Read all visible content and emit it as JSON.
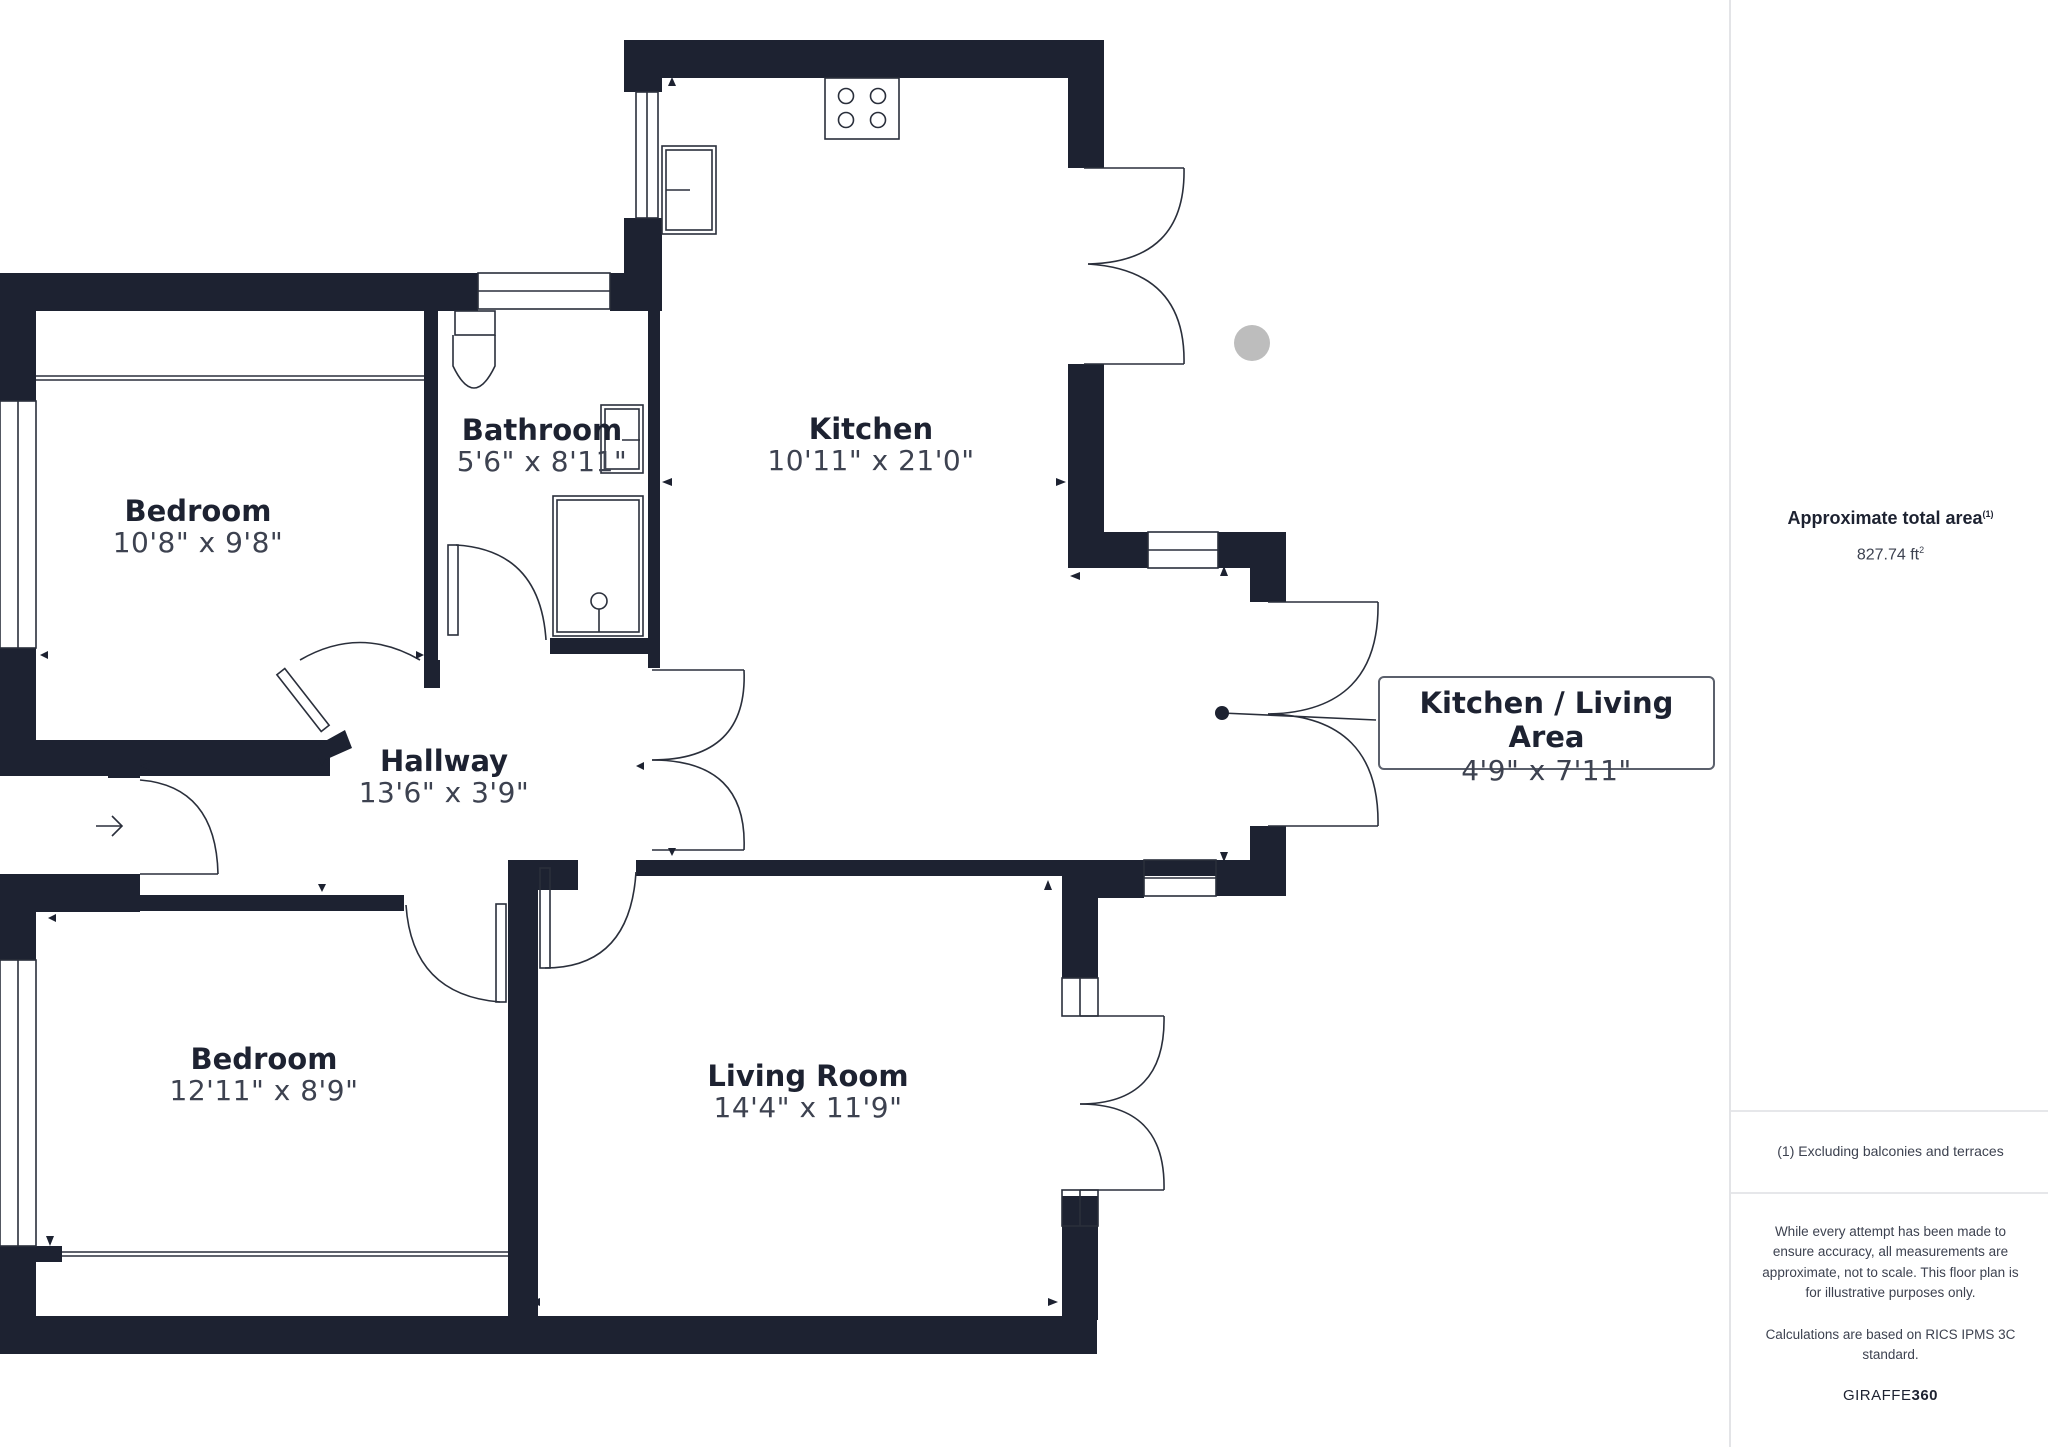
{
  "rooms": [
    {
      "id": "bedroom_1",
      "name": "Bedroom",
      "dimensions": "10'8\" x 9'8\""
    },
    {
      "id": "bathroom",
      "name": "Bathroom",
      "dimensions": "5'6\" x 8'11\""
    },
    {
      "id": "kitchen",
      "name": "Kitchen",
      "dimensions": "10'11\" x 21'0\""
    },
    {
      "id": "hallway",
      "name": "Hallway",
      "dimensions": "13'6\" x 3'9\""
    },
    {
      "id": "bedroom_2",
      "name": "Bedroom",
      "dimensions": "12'11\" x 8'9\""
    },
    {
      "id": "living_room",
      "name": "Living Room",
      "dimensions": "14'4\" x 11'9\""
    }
  ],
  "callout": {
    "name": "Kitchen / Living Area",
    "dimensions": "4'9\" x 7'11\""
  },
  "sidebar": {
    "area_label": "Approximate total area",
    "area_label_note": "(1)",
    "area_value": "827.74 ft",
    "area_unit_sup": "2",
    "footnote": "(1) Excluding balconies and terraces",
    "disclaimer": "While every attempt has been made to ensure accuracy, all measurements are approximate, not to scale. This floor plan is for illustrative purposes only.",
    "calculation_note": "Calculations are based on RICS IPMS 3C standard.",
    "brand_prefix": "GIRAFFE",
    "brand_suffix": "360"
  },
  "colors": {
    "wall": "#1d2231",
    "line": "#2a2f3b",
    "marker": "#bdbdbd"
  }
}
